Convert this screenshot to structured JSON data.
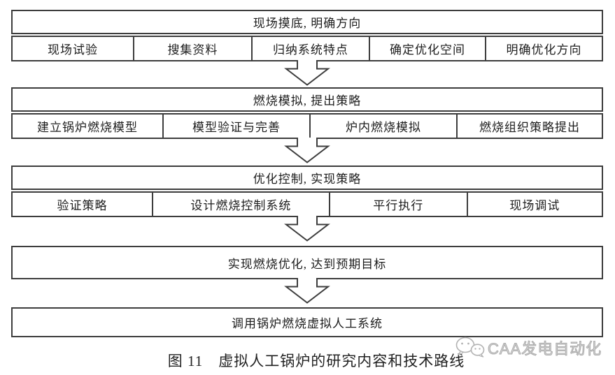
{
  "figure": {
    "caption": "图 11　虚拟人工锅炉的研究内容和技术路线",
    "watermark": {
      "icon": "wechat-icon",
      "label": "CAA发电自动化"
    },
    "colors": {
      "border": "#3d3d3d",
      "text": "#1d1d1d",
      "watermark": "#ababab",
      "background": "#ffffff"
    },
    "stages": [
      {
        "header": "现场摸底, 明确方向",
        "cells": [
          "现场试验",
          "搜集资料",
          "归纳系统特点",
          "确定优化空间",
          "明确优化方向"
        ]
      },
      {
        "header": "燃烧模拟, 提出策略",
        "cells": [
          "建立锅炉燃烧模型",
          "模型验证与完善",
          "炉内燃烧模拟",
          "燃烧组织策略提出"
        ]
      },
      {
        "header": "优化控制, 实现策略",
        "cells": [
          "验证策略",
          "设计燃烧控制系统",
          "平行执行",
          "现场调试"
        ]
      },
      {
        "header": "实现燃烧优化, 达到预期目标",
        "cells": []
      },
      {
        "header": "调用锅炉燃烧虚拟人工系统",
        "cells": []
      }
    ]
  }
}
